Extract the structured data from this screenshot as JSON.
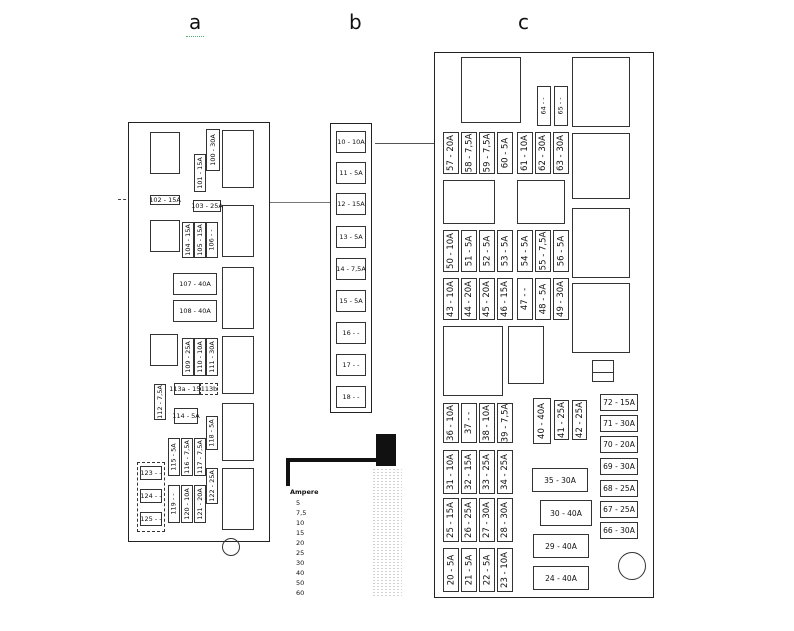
{
  "letters": {
    "a": "a",
    "b": "b",
    "c": "c"
  },
  "panel_a": {
    "fuses": [
      {
        "id": "fa-100",
        "label": "100 - 30A"
      },
      {
        "id": "fa-101",
        "label": "101 - 15A"
      },
      {
        "id": "fa-102",
        "label": "102 - 15A"
      },
      {
        "id": "fa-103",
        "label": "103 - 25A"
      },
      {
        "id": "fa-104",
        "label": "104 - 15A"
      },
      {
        "id": "fa-105",
        "label": "105 - 15A"
      },
      {
        "id": "fa-106",
        "label": "106 - -"
      },
      {
        "id": "fa-107",
        "label": "107 - 40A"
      },
      {
        "id": "fa-108",
        "label": "108 - 40A"
      },
      {
        "id": "fa-109",
        "label": "109 - 25A"
      },
      {
        "id": "fa-110",
        "label": "110 - 10A"
      },
      {
        "id": "fa-111",
        "label": "111 - 30A"
      },
      {
        "id": "fa-112",
        "label": "112 - 7,5A"
      },
      {
        "id": "fa-113a",
        "label": "113a - 15A"
      },
      {
        "id": "fa-113b",
        "label": "113b"
      },
      {
        "id": "fa-114",
        "label": "114 - 5A"
      },
      {
        "id": "fa-115",
        "label": "115 - 5A"
      },
      {
        "id": "fa-116",
        "label": "116 - 7,5A"
      },
      {
        "id": "fa-117",
        "label": "117 - 7,5A"
      },
      {
        "id": "fa-118",
        "label": "118 - 5A"
      },
      {
        "id": "fa-119",
        "label": "119 - -"
      },
      {
        "id": "fa-120",
        "label": "120 - 10A"
      },
      {
        "id": "fa-121",
        "label": "121 - 20A"
      },
      {
        "id": "fa-122",
        "label": "122 - 25A"
      },
      {
        "id": "fa-123",
        "label": "123 - -"
      },
      {
        "id": "fa-124",
        "label": "124 - -"
      },
      {
        "id": "fa-125",
        "label": "125 - -"
      }
    ]
  },
  "panel_b": {
    "fuses": [
      {
        "id": "fb-10",
        "label": "10 - 10A"
      },
      {
        "id": "fb-11",
        "label": "11 - 5A"
      },
      {
        "id": "fb-12",
        "label": "12 - 15A"
      },
      {
        "id": "fb-13",
        "label": "13 - 5A"
      },
      {
        "id": "fb-14",
        "label": "14 - 7,5A"
      },
      {
        "id": "fb-15",
        "label": "15 - 5A"
      },
      {
        "id": "fb-16",
        "label": "16 - -"
      },
      {
        "id": "fb-17",
        "label": "17 - -"
      },
      {
        "id": "fb-18",
        "label": "18 - -"
      }
    ]
  },
  "legend": {
    "title": "Ampere",
    "values": [
      "5",
      "7,5",
      "10",
      "15",
      "20",
      "25",
      "30",
      "40",
      "50",
      "60"
    ]
  },
  "panel_c": {
    "fuses": [
      {
        "id": "fc-64",
        "label": "64 - -"
      },
      {
        "id": "fc-65",
        "label": "65 - -"
      },
      {
        "id": "fc-57",
        "label": "57 - 20A"
      },
      {
        "id": "fc-58",
        "label": "58 - 7,5A"
      },
      {
        "id": "fc-59",
        "label": "59 - 7,5A"
      },
      {
        "id": "fc-60",
        "label": "60 - 5A"
      },
      {
        "id": "fc-61",
        "label": "61 - 10A"
      },
      {
        "id": "fc-62",
        "label": "62 - 30A"
      },
      {
        "id": "fc-63",
        "label": "63 - 30A"
      },
      {
        "id": "fc-50",
        "label": "50 - 10A"
      },
      {
        "id": "fc-51",
        "label": "51 - 5A"
      },
      {
        "id": "fc-52",
        "label": "52 - 5A"
      },
      {
        "id": "fc-53",
        "label": "53 - 5A"
      },
      {
        "id": "fc-54",
        "label": "54 - 5A"
      },
      {
        "id": "fc-55",
        "label": "55 - 7,5A"
      },
      {
        "id": "fc-56",
        "label": "56 - 5A"
      },
      {
        "id": "fc-43",
        "label": "43 - 10A"
      },
      {
        "id": "fc-44",
        "label": "44 - 20A"
      },
      {
        "id": "fc-45",
        "label": "45 - 20A"
      },
      {
        "id": "fc-46",
        "label": "46 - 15A"
      },
      {
        "id": "fc-47",
        "label": "47 - -"
      },
      {
        "id": "fc-48",
        "label": "48 - 5A"
      },
      {
        "id": "fc-49",
        "label": "49 - 30A"
      },
      {
        "id": "fc-36",
        "label": "36 - 10A"
      },
      {
        "id": "fc-37",
        "label": "37 - -"
      },
      {
        "id": "fc-38",
        "label": "38 - 10A"
      },
      {
        "id": "fc-39",
        "label": "39 - 7,5A"
      },
      {
        "id": "fc-40",
        "label": "40 - 40A"
      },
      {
        "id": "fc-41",
        "label": "41 - 25A"
      },
      {
        "id": "fc-42",
        "label": "42 - 25A"
      },
      {
        "id": "fc-31",
        "label": "31 - 10A"
      },
      {
        "id": "fc-32",
        "label": "32 - 15A"
      },
      {
        "id": "fc-33",
        "label": "33 - 25A"
      },
      {
        "id": "fc-34",
        "label": "34 - 25A"
      },
      {
        "id": "fc-25",
        "label": "25 - 15A"
      },
      {
        "id": "fc-26",
        "label": "26 - 25A"
      },
      {
        "id": "fc-27",
        "label": "27 - 30A"
      },
      {
        "id": "fc-28",
        "label": "28 - 30A"
      },
      {
        "id": "fc-20",
        "label": "20 - 5A"
      },
      {
        "id": "fc-21",
        "label": "21 - 5A"
      },
      {
        "id": "fc-22",
        "label": "22 - 5A"
      },
      {
        "id": "fc-23",
        "label": "23 - 10A"
      },
      {
        "id": "fc-72",
        "label": "72 - 15A"
      },
      {
        "id": "fc-71",
        "label": "71 - 30A"
      },
      {
        "id": "fc-70",
        "label": "70 - 20A"
      },
      {
        "id": "fc-69",
        "label": "69 - 30A"
      },
      {
        "id": "fc-68",
        "label": "68 - 25A"
      },
      {
        "id": "fc-67",
        "label": "67 - 25A"
      },
      {
        "id": "fc-66",
        "label": "66 - 30A"
      },
      {
        "id": "fc-35",
        "label": "35 - 30A"
      },
      {
        "id": "fc-30",
        "label": "30 - 40A"
      },
      {
        "id": "fc-29",
        "label": "29 - 40A"
      },
      {
        "id": "fc-24",
        "label": "24 - 40A"
      }
    ]
  }
}
